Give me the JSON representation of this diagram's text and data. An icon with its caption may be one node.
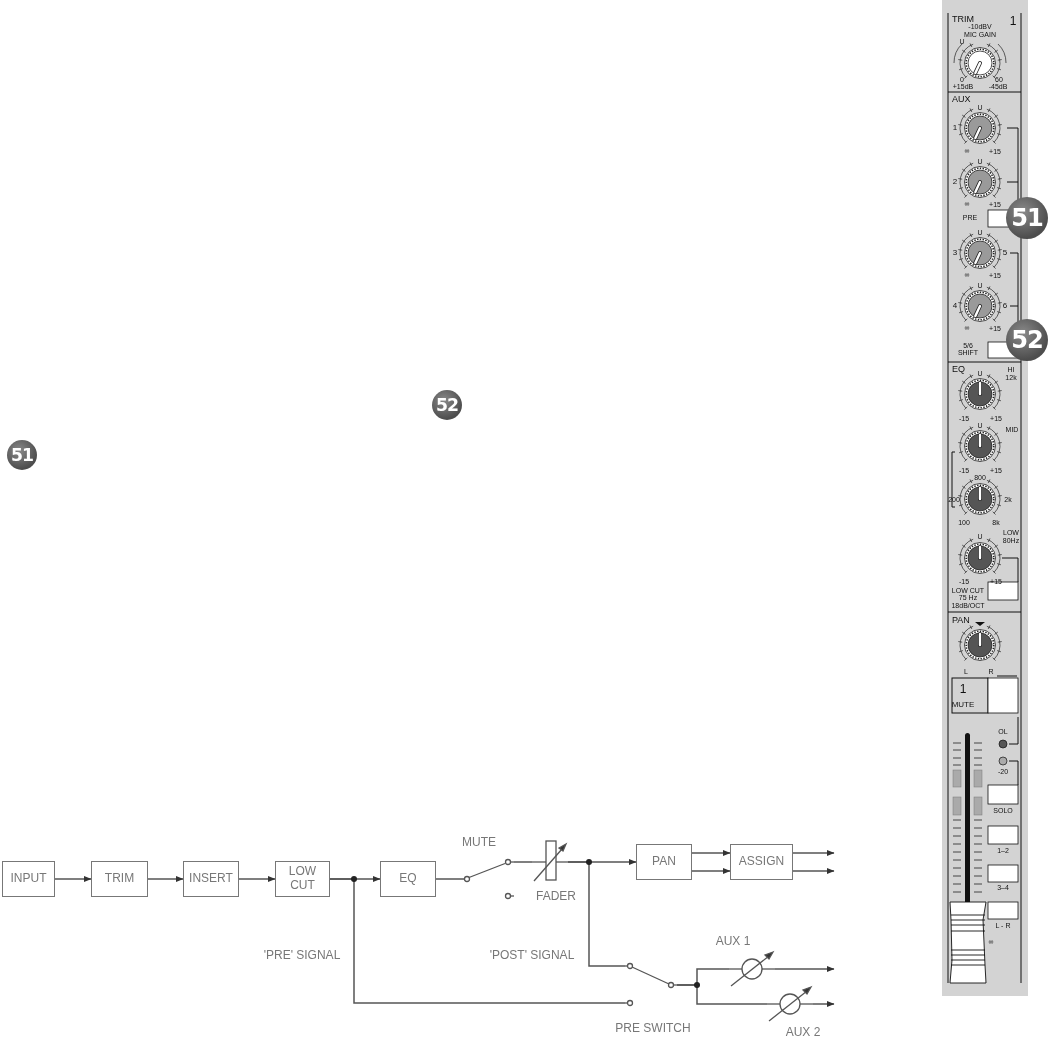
{
  "diagram": {
    "nodes": [
      {
        "text": [
          "INPUT"
        ]
      },
      {
        "text": [
          "TRIM"
        ]
      },
      {
        "text": [
          "INSERT"
        ]
      },
      {
        "text": [
          "LOW CUT"
        ]
      },
      {
        "text": [
          "EQ"
        ]
      },
      {
        "text": [],
        "shape": "switch",
        "beside": [
          "MUTE"
        ]
      },
      {
        "text": [],
        "shape": "fader",
        "beside": [
          "FADER"
        ]
      },
      {
        "text": [
          "PAN"
        ]
      },
      {
        "text": [
          "ASSIGN"
        ]
      },
      {
        "text": [],
        "shape": "switch",
        "beside": [
          "PRE SWITCH"
        ]
      },
      {
        "text": [],
        "shape": "potentiometer",
        "beside": [
          "AUX 1"
        ]
      },
      {
        "text": [],
        "shape": "potentiometer",
        "beside": [
          "AUX 2"
        ]
      }
    ],
    "edges": [
      {
        "from": 0,
        "to": 1,
        "arrow": "to"
      },
      {
        "from": 1,
        "to": 2,
        "arrow": "to"
      },
      {
        "from": 2,
        "to": 3,
        "arrow": "to"
      },
      {
        "from": 3,
        "to": 4,
        "arrow": "to"
      },
      {
        "from": 4,
        "to": 5,
        "arrow": "none"
      },
      {
        "from": 5,
        "to": 6,
        "arrow": "none"
      },
      {
        "from": 6,
        "to": 7,
        "arrow": "to"
      },
      {
        "from": 7,
        "to": 8,
        "arrow": "to"
      },
      {
        "from": 7,
        "to": 8,
        "arrow": "to"
      },
      {
        "from": 8,
        "to": null,
        "arrow": "to"
      },
      {
        "from": 8,
        "to": null,
        "arrow": "to"
      },
      {
        "from": 3,
        "to": 9,
        "arrow": "none",
        "label": "'PRE' SIGNAL"
      },
      {
        "from": 6,
        "to": 9,
        "arrow": "none",
        "label": "'POST' SIGNAL"
      },
      {
        "from": 9,
        "to": 10,
        "arrow": "none"
      },
      {
        "from": 9,
        "to": 11,
        "arrow": "none"
      },
      {
        "from": 10,
        "to": null,
        "arrow": "to"
      },
      {
        "from": 11,
        "to": null,
        "arrow": "to"
      }
    ],
    "labels": [
      "52",
      "51",
      "TRIM",
      "1",
      "-10dBV",
      "MIC GAIN",
      "U",
      "0",
      "60",
      "+15dB",
      "-45dB",
      "AUX",
      "U",
      "1",
      "∞",
      "+15",
      "U",
      "2",
      "∞",
      "+15",
      "PRE",
      "51",
      "U",
      "3",
      "5",
      "∞",
      "+15",
      "U",
      "4",
      "6",
      "∞",
      "+15",
      "5/6 SHIFT",
      "52",
      "EQ",
      "U",
      "HI",
      "12k",
      "-15",
      "+15",
      "U",
      "MID",
      "-15",
      "+15",
      "800",
      "200",
      "2k",
      "100",
      "8k",
      "U",
      "LOW",
      "80Hz",
      "-15",
      "+15",
      "LOW CUT 75 Hz 18dB/OCT",
      "PAN",
      "L",
      "R",
      "1",
      "MUTE",
      "OL",
      "-20",
      "SOLO",
      "1–2",
      "3–4",
      "L - R",
      "∞"
    ]
  }
}
